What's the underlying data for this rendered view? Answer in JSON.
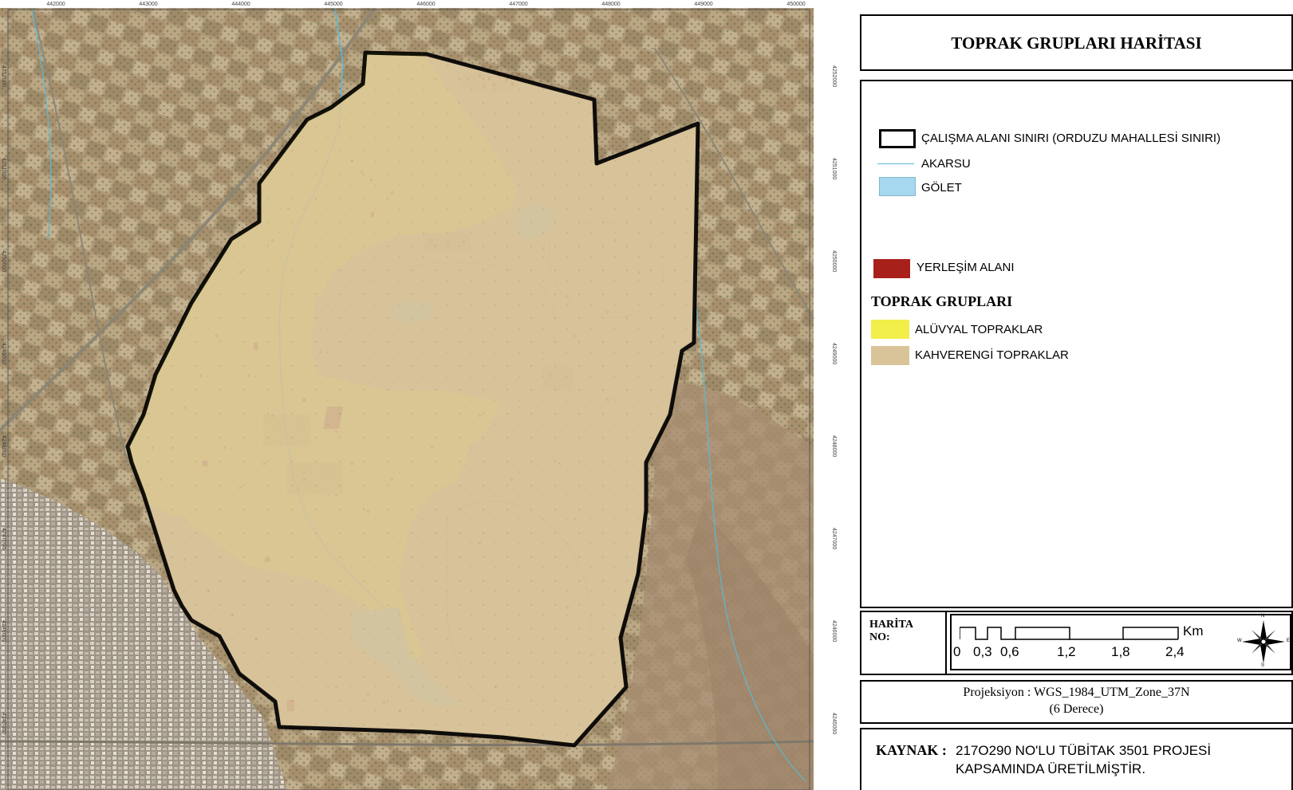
{
  "map": {
    "title": "TOPRAK GRUPLARI HARİTASI",
    "grid_top_labels": [
      "442000",
      "443000",
      "444000",
      "445000",
      "446000",
      "447000",
      "448000",
      "449000",
      "450000"
    ],
    "grid_right_labels": [
      "4252000",
      "4251000",
      "4250000",
      "4249000",
      "4248000",
      "4247000",
      "4246000",
      "4245000"
    ],
    "grid_left_labels": [
      "4252000",
      "4251000",
      "4250000",
      "4249000",
      "4248000",
      "4247000",
      "4246000",
      "4245000"
    ]
  },
  "legend": {
    "boundary_label": "ÇALIŞMA ALANI SINIRI (ORDUZU MAHALLESİ SINIRI)",
    "stream_label": "AKARSU",
    "pond_label": "GÖLET",
    "settlement_label": "YERLEŞİM ALANI",
    "soil_groups_heading": "TOPRAK GRUPLARI",
    "alluvial_label": "ALÜVYAL TOPRAKLAR",
    "brown_label": "KAHVERENGİ TOPRAKLAR",
    "colors": {
      "boundary": "#000000",
      "stream": "#5bb8d6",
      "pond": "#a6d8ef",
      "settlement": "#a8201a",
      "alluvial": "#f2ee4a",
      "brown": "#d9c49a"
    }
  },
  "map_no": {
    "label_line1": "HARİTA",
    "label_line2": "NO:"
  },
  "scale_bar": {
    "labels": [
      "0",
      "0,3",
      "0,6",
      "1,2",
      "1,8",
      "2,4"
    ],
    "unit": "Km"
  },
  "north_arrow": {
    "icon": "compass-rose-icon",
    "n": "N",
    "s": "S",
    "e": "E",
    "w": "W"
  },
  "projection": {
    "line1": "Projeksiyon : WGS_1984_UTM_Zone_37N",
    "line2": "(6 Derece)"
  },
  "source": {
    "label": "KAYNAK :",
    "text_line1": "217O290 NO'LU TÜBİTAK 3501 PROJESİ",
    "text_line2": "KAPSAMINDA ÜRETİLMİŞTİR."
  }
}
